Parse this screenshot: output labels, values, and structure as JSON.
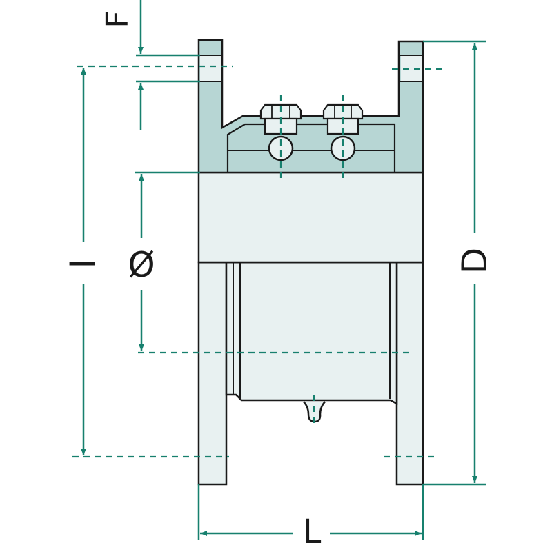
{
  "diagram": {
    "colors": {
      "outline": "#1a1a1a",
      "dimension": "#17806e",
      "section_fill": "#b7d6d4",
      "body_fill": "#e8f1f1",
      "background": "#ffffff"
    },
    "labels": {
      "flange_thickness": "F",
      "bolt_circle": "I",
      "bore_diameter": "Ø",
      "outer_diameter": "D",
      "length": "L"
    }
  }
}
